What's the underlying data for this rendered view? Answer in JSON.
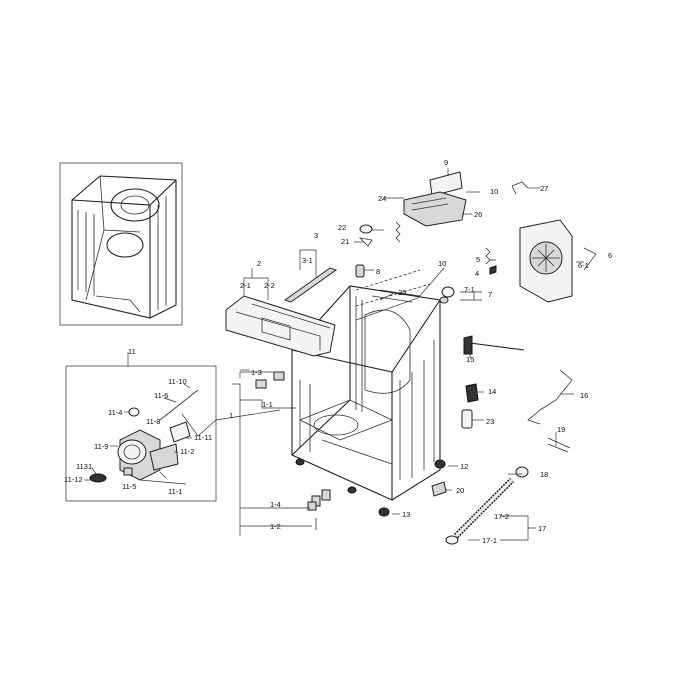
{
  "labels": {
    "l1": "1",
    "l1_1": "1-1",
    "l1_2": "1-2",
    "l1_3": "1-3",
    "l1_4": "1-4",
    "l2": "2",
    "l2_1": "2-1",
    "l2_2": "2-2",
    "l3": "3",
    "l3_1": "3-1",
    "l5": "5",
    "l4": "4",
    "l6": "6",
    "l6_1": "6-1",
    "l7": "7",
    "l7_1": "7-1",
    "l8": "8",
    "l9": "9",
    "l10a": "10",
    "l10b": "10",
    "l11": "11",
    "l11_1": "11-1",
    "l11_2": "11-2",
    "l11_4": "11-4",
    "l11_5": "11-5",
    "l11_6": "11-6",
    "l11_8": "11-8",
    "l11_9": "11-9",
    "l11_10": "11-10",
    "l11_11": "11-11",
    "l11_12": "11-12",
    "l1131": "1131",
    "l12": "12",
    "l13": "13",
    "l14": "14",
    "l15": "15",
    "l16": "16",
    "l17": "17",
    "l17_1": "17-1",
    "l17_2": "17-2",
    "l18": "18",
    "l19": "19",
    "l20": "20",
    "l21": "21",
    "l22": "22",
    "l23": "23",
    "l24": "24",
    "l25": "25",
    "l26": "26",
    "l27": "27"
  }
}
